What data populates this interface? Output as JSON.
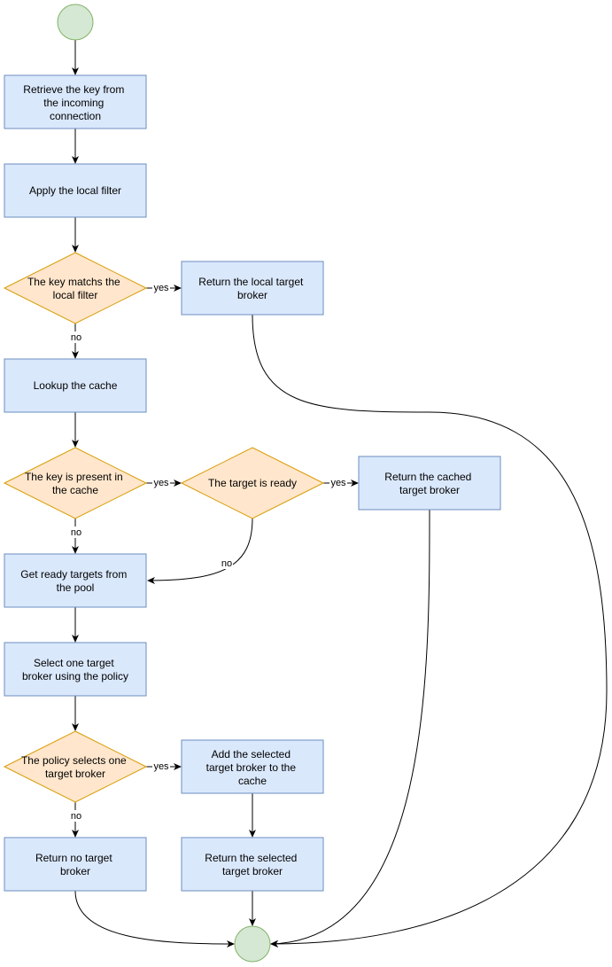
{
  "colors": {
    "process_fill": "#dae8fc",
    "process_stroke": "#6c8ebf",
    "decision_fill": "#ffe6cc",
    "decision_stroke": "#d79b00",
    "terminal_fill": "#d5e8d4",
    "terminal_stroke": "#82b366",
    "edge": "#000000"
  },
  "nodes": {
    "start": {
      "shape": "circle"
    },
    "end": {
      "shape": "circle"
    },
    "retrieve_key": {
      "shape": "rect",
      "lines": [
        "Retrieve the key from",
        "the incoming",
        "connection"
      ]
    },
    "apply_filter": {
      "shape": "rect",
      "lines": [
        "Apply the local filter"
      ]
    },
    "key_matches": {
      "shape": "diamond",
      "lines": [
        "The key matchs the",
        "local filter"
      ]
    },
    "return_local": {
      "shape": "rect",
      "lines": [
        "Return the local target",
        "broker"
      ]
    },
    "lookup_cache": {
      "shape": "rect",
      "lines": [
        "Lookup the cache"
      ]
    },
    "key_present": {
      "shape": "diamond",
      "lines": [
        "The key is present in",
        "the cache"
      ]
    },
    "target_ready": {
      "shape": "diamond",
      "lines": [
        "The target is ready"
      ]
    },
    "return_cached": {
      "shape": "rect",
      "lines": [
        "Return the cached",
        "target broker"
      ]
    },
    "get_ready": {
      "shape": "rect",
      "lines": [
        "Get ready targets from",
        "the pool"
      ]
    },
    "select_target": {
      "shape": "rect",
      "lines": [
        "Select one target",
        "broker using the policy"
      ]
    },
    "policy_selects": {
      "shape": "diamond",
      "lines": [
        "The policy selects one",
        "target broker"
      ]
    },
    "add_cache": {
      "shape": "rect",
      "lines": [
        "Add the selected",
        "target broker to the",
        "cache"
      ]
    },
    "return_none": {
      "shape": "rect",
      "lines": [
        "Return no target",
        "broker"
      ]
    },
    "return_selected": {
      "shape": "rect",
      "lines": [
        "Return the selected",
        "target broker"
      ]
    }
  },
  "edge_labels": {
    "yes": "yes",
    "no": "no"
  }
}
